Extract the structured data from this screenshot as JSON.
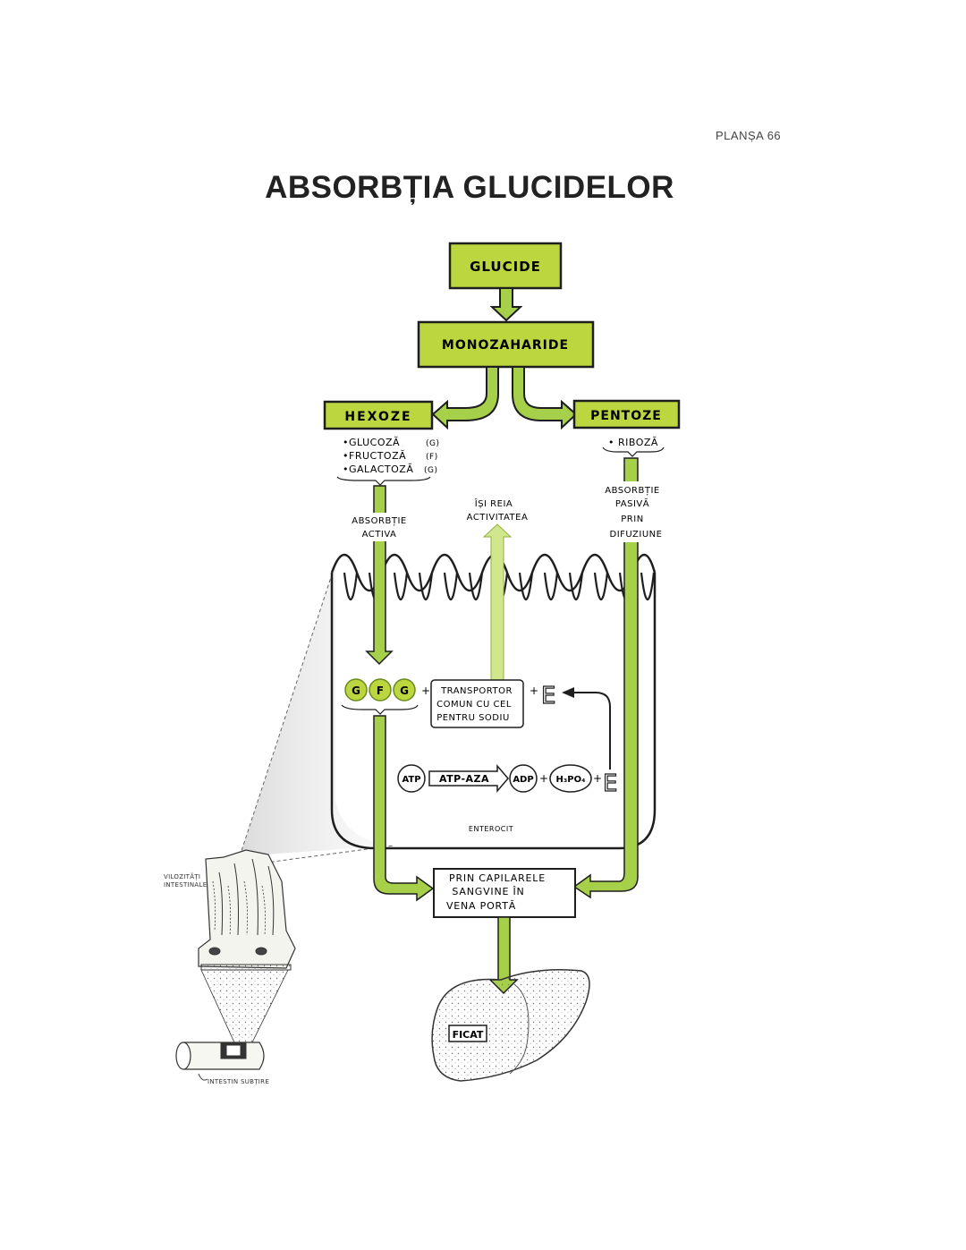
{
  "header": {
    "plate": "PLANȘA 66",
    "title": "ABSORBȚIA GLUCIDELOR"
  },
  "colors": {
    "box_fill": "#bcd63f",
    "arrow_fill": "#a6cf4a",
    "ink": "#1e1e1e",
    "light_arrow": "#d2e68e"
  },
  "boxes": {
    "glucide": "GLUCIDE",
    "monozaharide": "MONOZAHARIDE",
    "hexoze": "HEXOZE",
    "pentoze": "PENTOZE",
    "capillaries": [
      "PRIN CAPILARELE",
      "SANGVINE ÎN",
      "VENA PORTĂ"
    ],
    "ficat": "FICAT"
  },
  "hexoze_list": [
    "•GLUCOZĂ",
    "•FRUCTOZĂ",
    "•GALACTOZĂ"
  ],
  "hexoze_symbols": [
    "(G)",
    "(F)",
    "(G)"
  ],
  "pentoze_list": [
    "• RIBOZĂ"
  ],
  "absorption": {
    "active": [
      "ABSORBȚIE",
      "ACTIVA"
    ],
    "reactivate": [
      "ÎȘI REIA",
      "ACTIVITATEA"
    ],
    "passive": [
      "ABSORBȚIE",
      "PASIVĂ",
      "PRIN",
      "DIFUZIUNE"
    ]
  },
  "enterocyte": {
    "label": "ENTEROCIT",
    "gfg": [
      "G",
      "F",
      "G"
    ],
    "plus": "+",
    "transporter": [
      "TRANSPORTOR",
      "COMUN CU CEL",
      "PENTRU SODIU"
    ],
    "energy": "E",
    "atp": "ATP",
    "atpase": "ATP-AZA",
    "adp": "ADP",
    "h3po4": "H₃PO₄"
  },
  "illustration": {
    "villi": [
      "VILOZITĂȚI",
      "INTESTINALE"
    ],
    "intestine": "INTESTIN SUBȚIRE"
  }
}
